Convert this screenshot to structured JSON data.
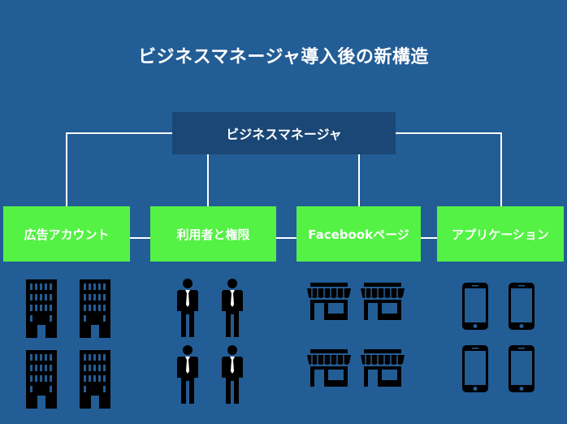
{
  "title": "ビジネスマネージャ導入後の新構造",
  "root": "ビジネスマネージャ",
  "nodes": [
    "広告アカウント",
    "利用者と権限",
    "Facebookページ",
    "アプリケーション"
  ],
  "icons": [
    "building-icon",
    "person-icon",
    "store-icon",
    "phone-icon"
  ],
  "colors": {
    "background": "#235d96",
    "root": "#1a4775",
    "node": "#54f244",
    "icon": "#000000"
  }
}
